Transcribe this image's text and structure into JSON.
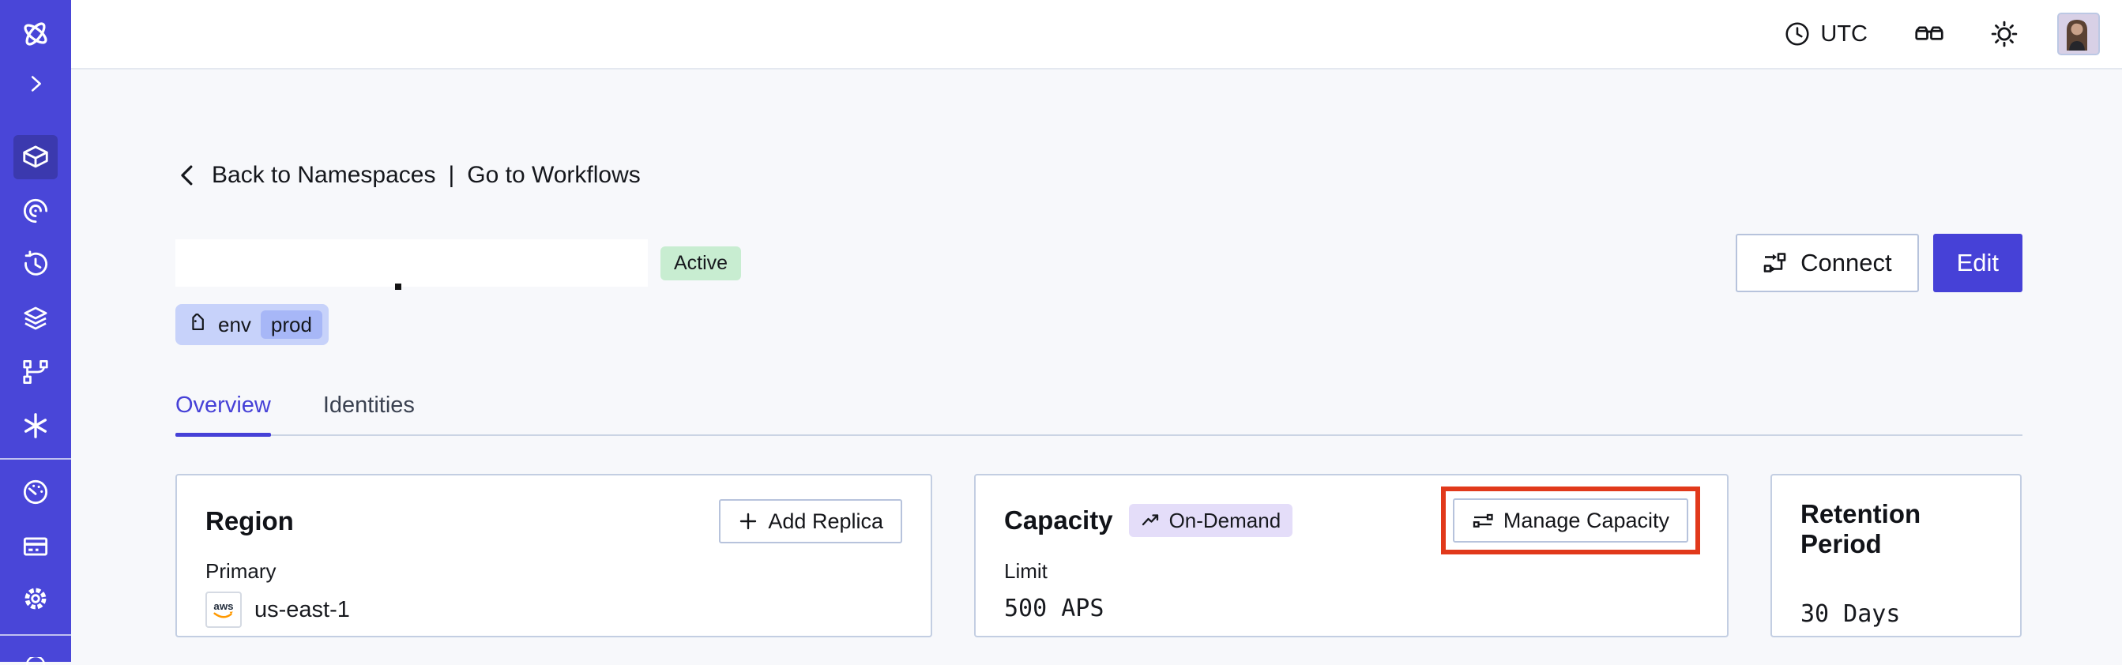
{
  "topbar": {
    "timezone": "UTC"
  },
  "sidebar": {
    "items": [
      "temporal-logo",
      "expand",
      "namespaces (active)",
      "nexus-spiral",
      "schedules",
      "deployments",
      "batch-operations",
      "asterisk",
      "usage",
      "billing",
      "settings",
      "clipped-bottom-item"
    ]
  },
  "breadcrumb": {
    "back_label": "Back to Namespaces",
    "separator": "|",
    "workflows_label": "Go to Workflows"
  },
  "header": {
    "status_badge": "Active",
    "tag": {
      "key": "env",
      "value": "prod"
    },
    "connect_button": "Connect",
    "edit_button": "Edit"
  },
  "tabs": {
    "overview": "Overview",
    "identities": "Identities"
  },
  "cards": {
    "region": {
      "title": "Region",
      "add_replica_button": "Add Replica",
      "primary_label": "Primary",
      "provider": "aws",
      "region_value": "us-east-1"
    },
    "capacity": {
      "title": "Capacity",
      "badge": "On-Demand",
      "manage_button": "Manage Capacity",
      "limit_label": "Limit",
      "limit_value": "500 APS"
    },
    "retention": {
      "title": "Retention Period",
      "value": "30 Days"
    }
  },
  "colors": {
    "sidebar": "#4946D8",
    "sidebar_active": "#3B39AE",
    "accent": "#4641D7",
    "page_bg": "#F7F8FB",
    "status_badge_bg": "#C8EDD1",
    "tag_bg": "#C7D2FA",
    "tag_chip_bg": "#A7B7F7",
    "ondemand_bg": "#E4DDF9",
    "annotation_red": "#E1391B",
    "card_border": "#C3CEE2",
    "aws_navy": "#252F3E",
    "aws_orange": "#FF9900"
  }
}
